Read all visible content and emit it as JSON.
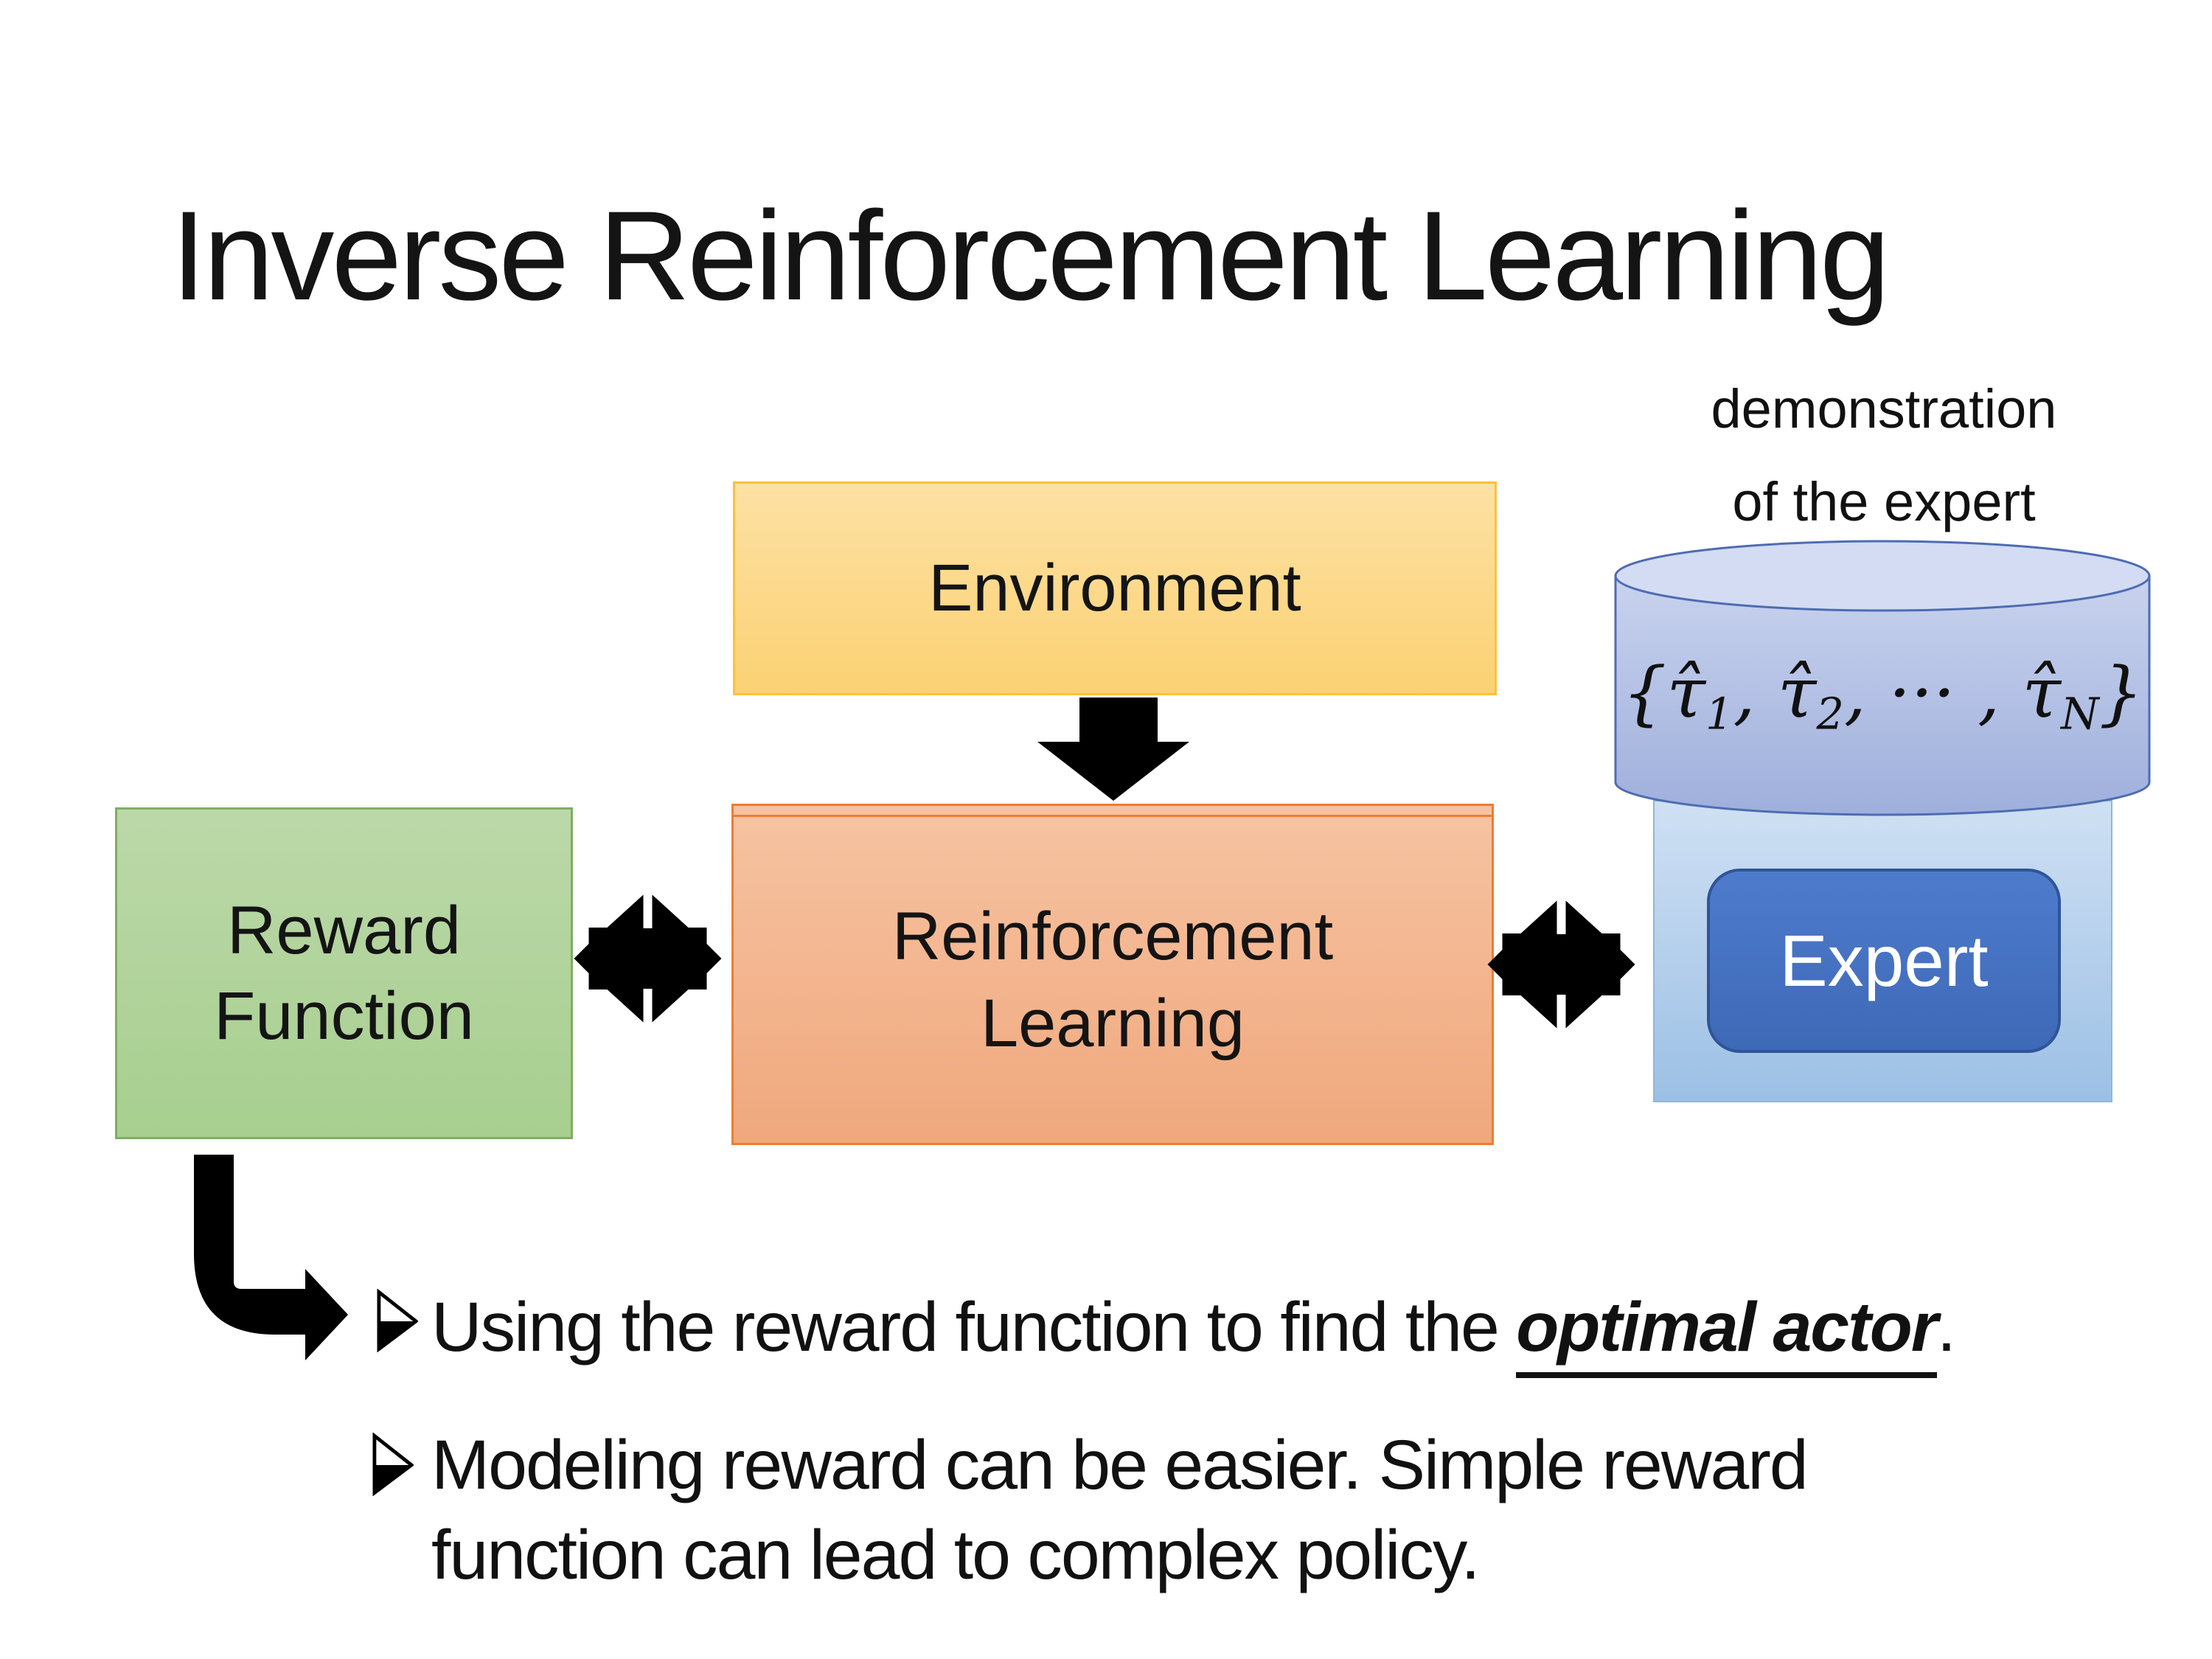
{
  "slide": {
    "title": "Inverse Reinforcement Learning",
    "background": "#ffffff"
  },
  "annotation": {
    "line1": "demonstration",
    "line2": "of the expert"
  },
  "boxes": {
    "environment": {
      "label": "Environment",
      "fill_top": "#fde1a4",
      "fill_bottom": "#fbd173",
      "border": "#fbc13c"
    },
    "reward_function": {
      "line1": "Reward",
      "line2": "Function",
      "fill_top": "#bcd8a9",
      "fill_bottom": "#a7cf8f",
      "border": "#7fae60"
    },
    "reinforcement_learning": {
      "line1": "Reinforcement",
      "line2": "Learning",
      "fill_top": "#f6c3a2",
      "fill_bottom": "#f0a87d",
      "border": "#ed7d31"
    },
    "expert_container": {
      "fill_top": "#cfe0f3",
      "fill_bottom": "#9cc0e5",
      "border": "#8fb6dc"
    },
    "expert": {
      "label": "Expert",
      "fill_top": "#4f7bcd",
      "fill_bottom": "#3e69b7",
      "border": "#2f5597",
      "text_color": "#ffffff"
    }
  },
  "cylinder": {
    "fill_top": "#c9d3ee",
    "fill_bottom": "#9fafdc",
    "top_face": "#d3dcf2",
    "border": "#4e6cb3",
    "formula": [
      {
        "t": "{"
      },
      {
        "t": "τ̂"
      },
      {
        "sub": "1"
      },
      {
        "t": ", "
      },
      {
        "t": "τ̂"
      },
      {
        "sub": "2"
      },
      {
        "t": ", ··· , "
      },
      {
        "t": "τ̂"
      },
      {
        "sub": "N"
      },
      {
        "t": "}"
      }
    ]
  },
  "bullets": {
    "item1": {
      "prefix": "Using the reward function to find the ",
      "emphasis": "optimal actor",
      "suffix": "."
    },
    "item2": {
      "line1": "Modeling reward can be easier. Simple reward",
      "line2": "function can lead to complex policy."
    }
  },
  "arrows": {
    "color": "#000000",
    "down_arrow": "environment to reinforcement learning",
    "double_arrow_left": "reward function to reinforcement learning",
    "double_arrow_right": "reinforcement learning to expert",
    "elbow_arrow": "reward function to bullet list"
  }
}
